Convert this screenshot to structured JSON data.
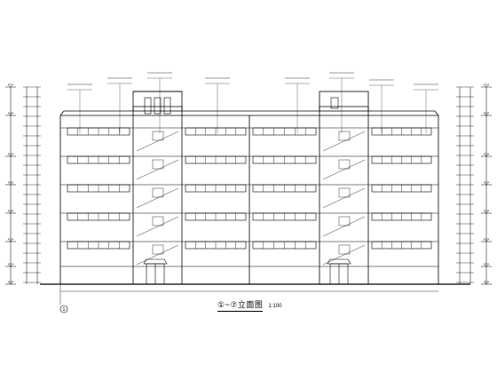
{
  "drawing": {
    "title": "①~⑦立面图",
    "scale": "1:100",
    "axis_start": "1",
    "stroke_color": "#000000"
  }
}
